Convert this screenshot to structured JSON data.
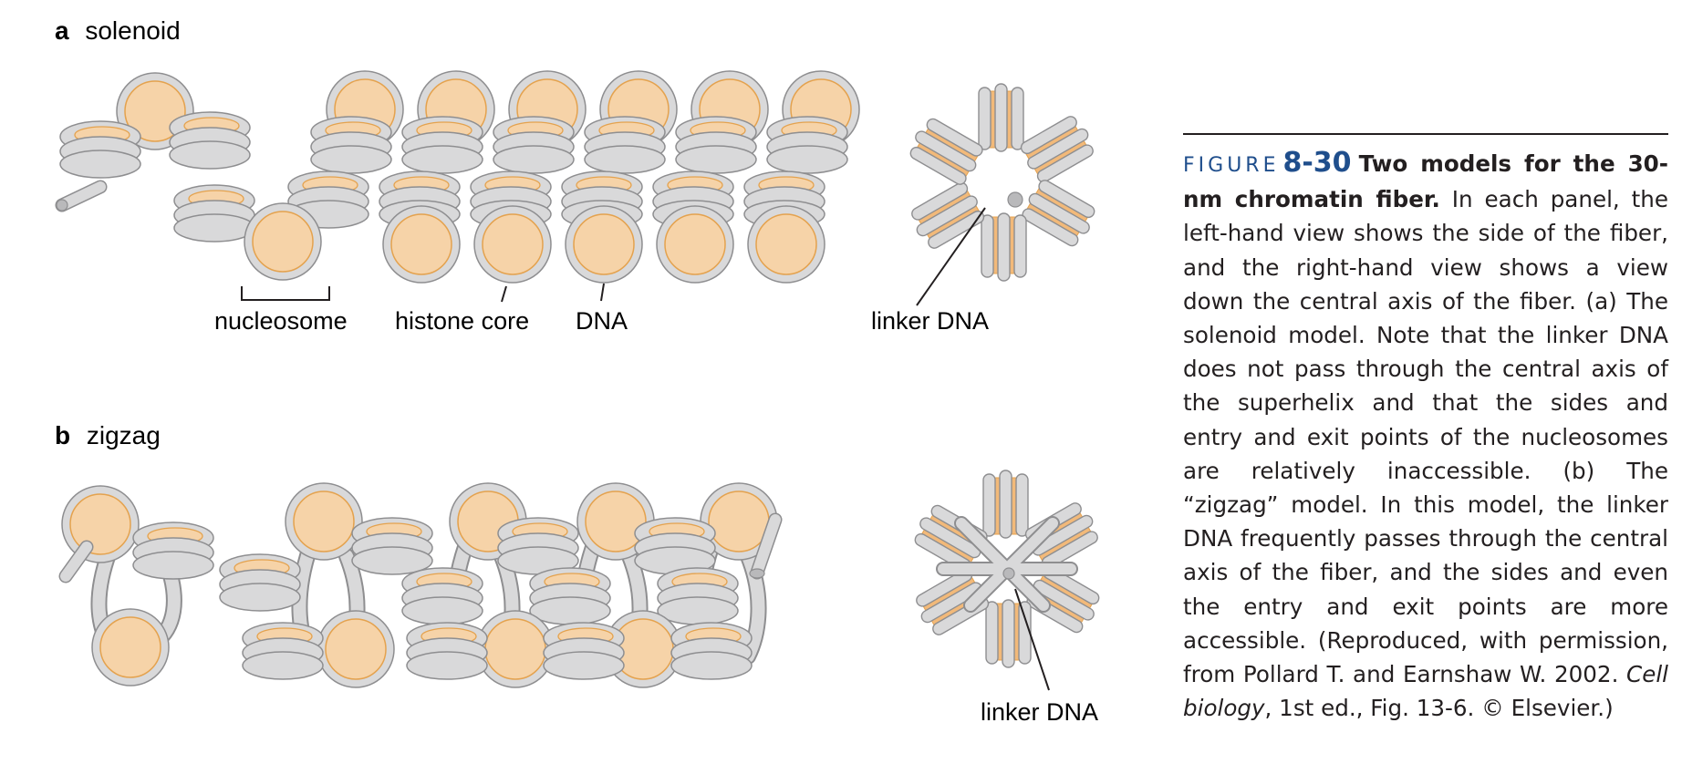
{
  "panel_a": {
    "letter": "a",
    "title": "solenoid"
  },
  "panel_b": {
    "letter": "b",
    "title": "zigzag"
  },
  "labels": {
    "nucleosome": "nucleosome",
    "histone_core": "histone core",
    "dna": "DNA",
    "linker_dna_a": "linker DNA",
    "linker_dna_b": "linker DNA"
  },
  "caption": {
    "figure_word": "FIGURE",
    "figure_number": "8-30",
    "title": "Two models for the 30-nm chromatin fiber.",
    "body_1": " In each panel, the left-hand view shows the side of the fiber, and the right-hand view shows a view down the central axis of the fiber. (a) The solenoid model. Note that the linker DNA does not pass through the central axis of the superhelix and that the sides and entry and exit points of the nucleosomes are relatively inaccessible. (b) The “zigzag” model. In this model, the linker DNA frequently passes through the central axis of the fiber, and the sides and even the entry and exit points are more accessible. (Reproduced, with permission, from Pollard T. and Earnshaw W. 2002. ",
    "source_title": "Cell biology",
    "body_2": ", 1st ed., Fig. 13-6. © Elsevier.)"
  },
  "colors": {
    "histone": "#f6d3a8",
    "histone_edge": "#e4a24e",
    "dna": "#d9d9da",
    "dna_edge": "#8e8e90",
    "caption_accent": "#1f4e8c"
  }
}
